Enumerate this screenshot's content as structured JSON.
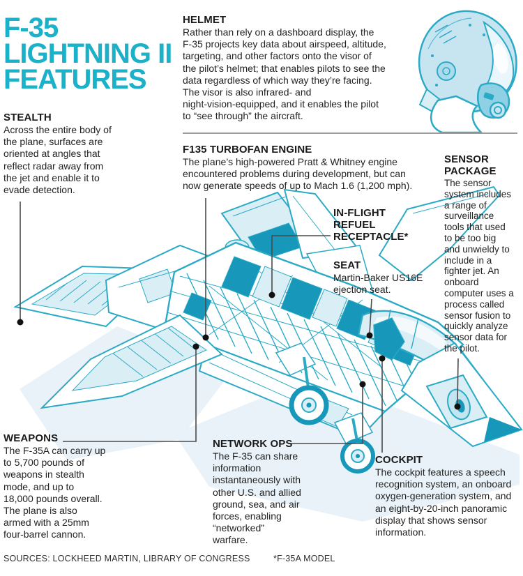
{
  "title": "F-35\nLIGHTNING II\nFEATURES",
  "colors": {
    "accent": "#1BB1C9",
    "line_teal": "#2BAAC6",
    "fill_light": "#D9EEF5",
    "fill_dark": "#1797BA",
    "shadow": "#E9F2F8",
    "callout": "#4A4A4A",
    "separator": "#9C9C9C",
    "text": "#1A1A1A"
  },
  "sections": {
    "helmet": {
      "heading": "HELMET",
      "body": "Rather than rely on a dashboard display, the\nF-35 projects key data about airspeed, altitude,\ntargeting, and other factors onto the visor of\nthe pilot’s helmet; that enables pilots to see the\ndata regardless of which way they’re facing.\nThe visor is also infrared- and\nnight-vision-equipped, and it enables the pilot\nto “see through” the aircraft."
    },
    "stealth": {
      "heading": "STEALTH",
      "body": "Across the entire body of\nthe plane, surfaces are\noriented at angles that\nreflect radar away from\nthe jet and enable it to\nevade detection."
    },
    "engine": {
      "heading": "F135 TURBOFAN ENGINE",
      "body": "The plane’s high-powered Pratt & Whitney engine\nencountered problems during development, but can\nnow generate speeds of up to Mach 1.6 (1,200 mph)."
    },
    "sensor": {
      "heading": "SENSOR\nPACKAGE",
      "body": "The sensor\nsystem includes\na range of\nsurveillance\ntools that used\nto be too big\nand unwieldy to\ninclude in a\nfighter jet. An\nonboard\ncomputer uses a\nprocess called\nsensor fusion to\nquickly analyze\nsensor data for\nthe pilot."
    },
    "refuel": {
      "heading": "IN-FLIGHT\nREFUEL\nRECEPTACLE*"
    },
    "seat": {
      "heading": "SEAT",
      "body": "Martin-Baker US16E\nejection seat."
    },
    "weapons": {
      "heading": "WEAPONS",
      "body": "The F-35A can carry up\nto 5,700 pounds of\nweapons in stealth\nmode, and up to\n18,000 pounds overall.\nThe plane is also\narmed with a 25mm\nfour-barrel cannon."
    },
    "network": {
      "heading": "NETWORK OPS",
      "body": "The F-35 can share\ninformation\ninstantaneously with\nother U.S. and allied\nground, sea, and air\nforces, enabling\n“networked”\nwarfare."
    },
    "cockpit": {
      "heading": "COCKPIT",
      "body": "The cockpit features a speech\nrecognition system, an onboard\noxygen-generation system, and\nan eight-by-20-inch panoramic\ndisplay that shows sensor\ninformation."
    }
  },
  "footer": {
    "sources": "SOURCES: LOCKHEED MARTIN, LIBRARY OF CONGRESS",
    "note": "*F-35A MODEL"
  }
}
